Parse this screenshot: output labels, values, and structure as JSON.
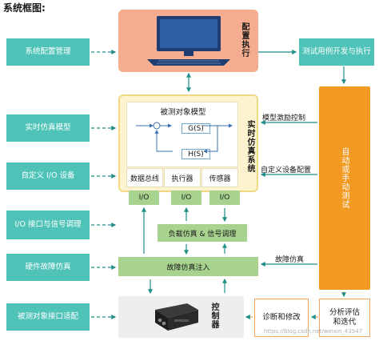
{
  "title": "系统框图:",
  "left_boxes": [
    "系统配置管理",
    "实时仿真模型",
    "自定义 I/O 设备",
    "I/O 接口与信号调理",
    "硬件故障仿真",
    "被测对象接口适配"
  ],
  "config": {
    "label": "配置执行"
  },
  "right_top": "测试用例开发与执行",
  "auto_test": "自动或手动测试",
  "sim": {
    "label": "实时仿真系统",
    "model_title": "被测对象模型",
    "gs": "G(S)",
    "hs": "H(S)",
    "cells": [
      "数据总线",
      "执行器",
      "传感器"
    ],
    "io": [
      "I/O",
      "I/O",
      "I/O"
    ]
  },
  "side_labels": {
    "model_stim": "模型激励控制",
    "custom_io": "自定义设备配置",
    "fault_sim": "故障仿真"
  },
  "load_sim": "负载仿真 & 信号调理",
  "fault_inject": "故障仿真注入",
  "controller": "控制器",
  "diagnose": "诊断和修改",
  "analysis": "分析评估和迭代",
  "watermark": "https://blog.csdn.net/weixin_43547"
}
